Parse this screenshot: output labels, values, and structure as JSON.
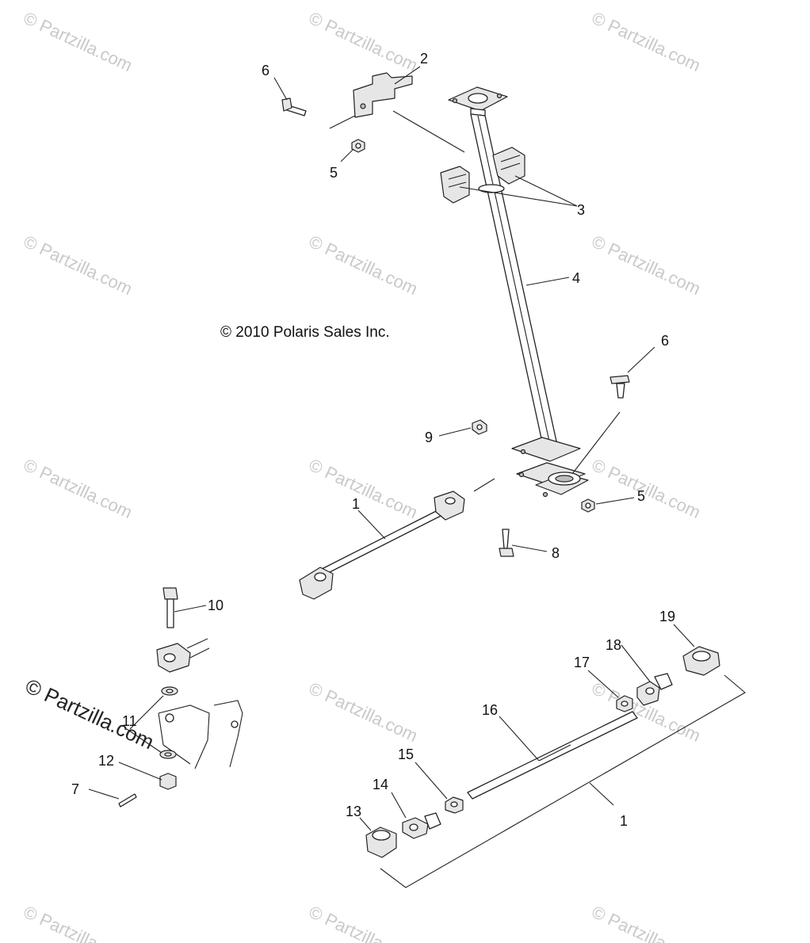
{
  "watermark_text": "© Partzilla.com",
  "watermark_overlay_text": "© Partzilla.com",
  "copyright": "© 2010 Polaris Sales Inc.",
  "callouts": {
    "c1_top": "1",
    "c2": "2",
    "c3": "3",
    "c4": "4",
    "c5_top": "5",
    "c5_mid": "5",
    "c6_top": "6",
    "c6_mid": "6",
    "c7": "7",
    "c8": "8",
    "c9": "9",
    "c10": "10",
    "c11": "11",
    "c12": "12",
    "c13": "13",
    "c14": "14",
    "c15": "15",
    "c16": "16",
    "c17": "17",
    "c18": "18",
    "c19": "19",
    "c1_bottom": "1"
  }
}
